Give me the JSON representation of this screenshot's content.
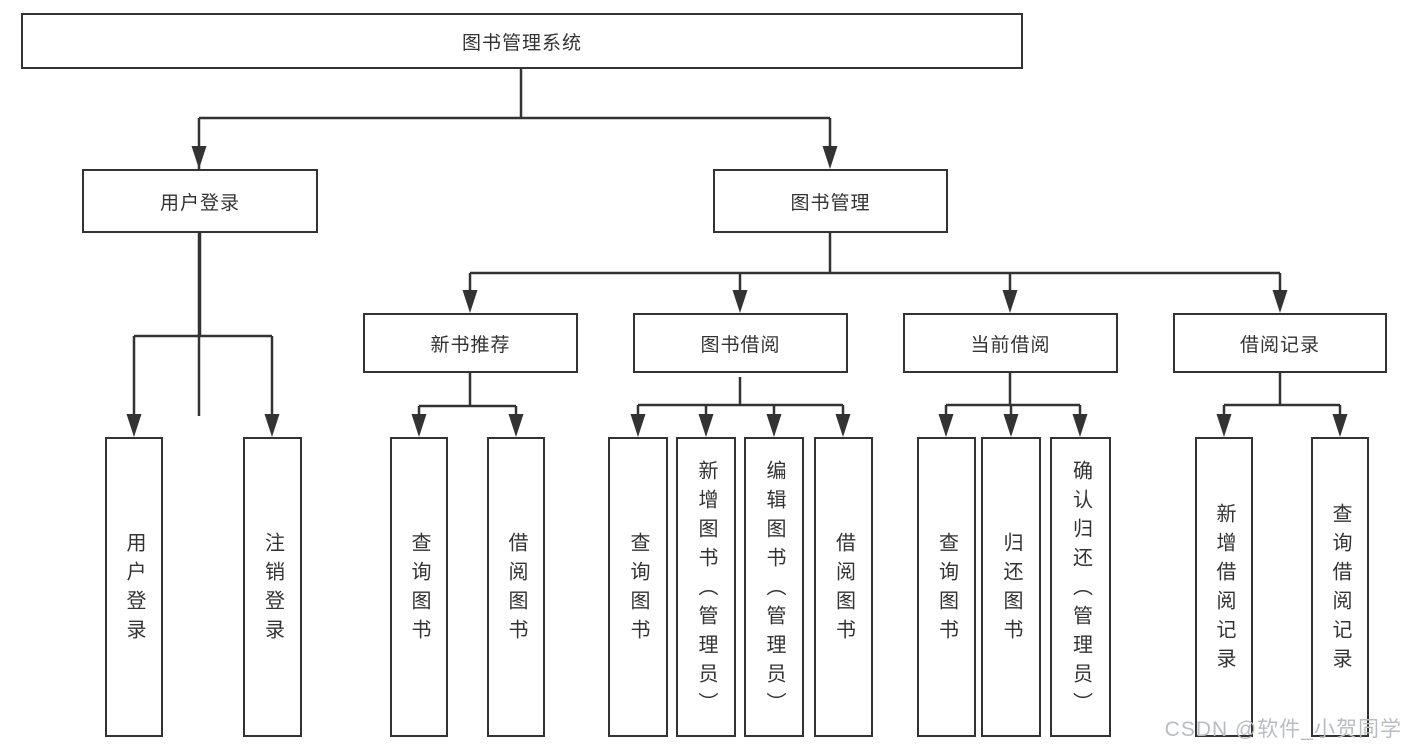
{
  "colors": {
    "line": "#333333",
    "text": "#333333",
    "box_background": "#ffffff",
    "watermark": "#b9bdc2"
  },
  "watermark": "CSDN @软件_小贺同学",
  "tree": {
    "root": {
      "label": "图书管理系统"
    },
    "children": [
      {
        "label": "用户登录",
        "children": [
          {
            "label": "用户登录"
          },
          {
            "label": "注销登录"
          }
        ]
      },
      {
        "label": "图书管理",
        "children": [
          {
            "label": "新书推荐",
            "children": [
              {
                "label": "查询图书"
              },
              {
                "label": "借阅图书"
              }
            ]
          },
          {
            "label": "图书借阅",
            "children": [
              {
                "label": "查询图书"
              },
              {
                "label": "新增图书（管理员）"
              },
              {
                "label": "编辑图书（管理员）"
              },
              {
                "label": "借阅图书"
              }
            ]
          },
          {
            "label": "当前借阅",
            "children": [
              {
                "label": "查询图书"
              },
              {
                "label": "归还图书"
              },
              {
                "label": "确认归还（管理员）"
              }
            ]
          },
          {
            "label": "借阅记录",
            "children": [
              {
                "label": "新增借阅记录"
              },
              {
                "label": "查询借阅记录"
              }
            ]
          }
        ]
      }
    ]
  }
}
